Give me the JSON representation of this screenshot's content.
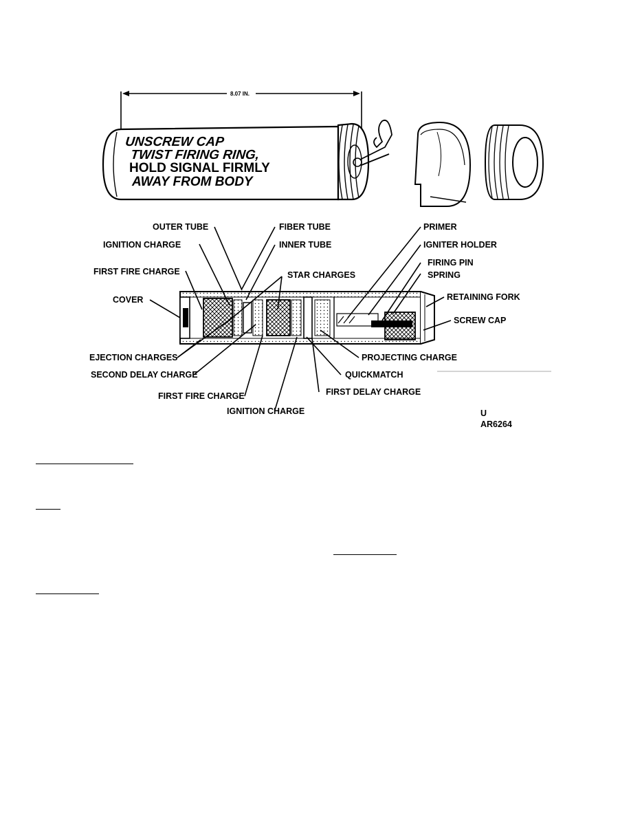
{
  "dimension": {
    "length": "8.07 IN."
  },
  "tube_text": {
    "line1": "UNSCREW CAP",
    "line2": "TWIST FIRING RING,",
    "line3": "HOLD SIGNAL FIRMLY",
    "line4": "AWAY FROM BODY"
  },
  "labels": {
    "outer_tube": "OUTER TUBE",
    "ignition_charge_top": "IGNITION CHARGE",
    "first_fire_charge_top": "FIRST FIRE CHARGE",
    "cover": "COVER",
    "ejection_charges": "EJECTION CHARGES",
    "second_delay_charge": "SECOND DELAY CHARGE",
    "first_fire_charge_bottom": "FIRST FIRE CHARGE",
    "ignition_charge_bottom": "IGNITION CHARGE",
    "fiber_tube": "FIBER TUBE",
    "inner_tube": "INNER TUBE",
    "star_charges": "STAR CHARGES",
    "primer": "PRIMER",
    "igniter_holder": "IGNITER HOLDER",
    "firing_pin": "FIRING PIN",
    "spring": "SPRING",
    "retaining_fork": "RETAINING FORK",
    "screw_cap": "SCREW CAP",
    "projecting_charge": "PROJECTING CHARGE",
    "quickmatch": "QUICKMATCH",
    "first_delay_charge": "FIRST DELAY CHARGE"
  },
  "figure_id": {
    "line1": "U",
    "line2": "AR6264"
  }
}
